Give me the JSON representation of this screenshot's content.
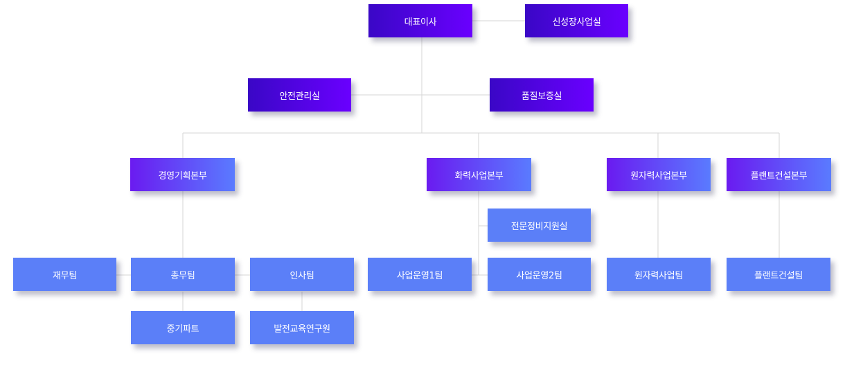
{
  "org": {
    "ceo": "대표이사",
    "new_growth": "신성장사업실",
    "safety": "안전관리실",
    "quality": "품질보증실",
    "hq_management": "경영기획본부",
    "hq_thermal": "화력사업본부",
    "hq_nuclear": "원자력사업본부",
    "hq_plant": "플랜트건설본부",
    "team_finance": "재무팀",
    "team_general": "총무팀",
    "team_hr": "인사팀",
    "part_heavy": "중기파트",
    "team_training": "발전교육연구원",
    "office_maintenance": "전문정비지원실",
    "team_ops1": "사업운영1팀",
    "team_ops2": "사업운영2팀",
    "team_nuclear": "원자력사업팀",
    "team_plant": "플랜트건설팀"
  },
  "colors": {
    "exec_gradient": [
      "#3a07c6",
      "#6a00ff"
    ],
    "hq_gradient": [
      "#6a1bf0",
      "#5a7bff"
    ],
    "team": "#5b7ff8",
    "connector": "#d6d6d6"
  }
}
